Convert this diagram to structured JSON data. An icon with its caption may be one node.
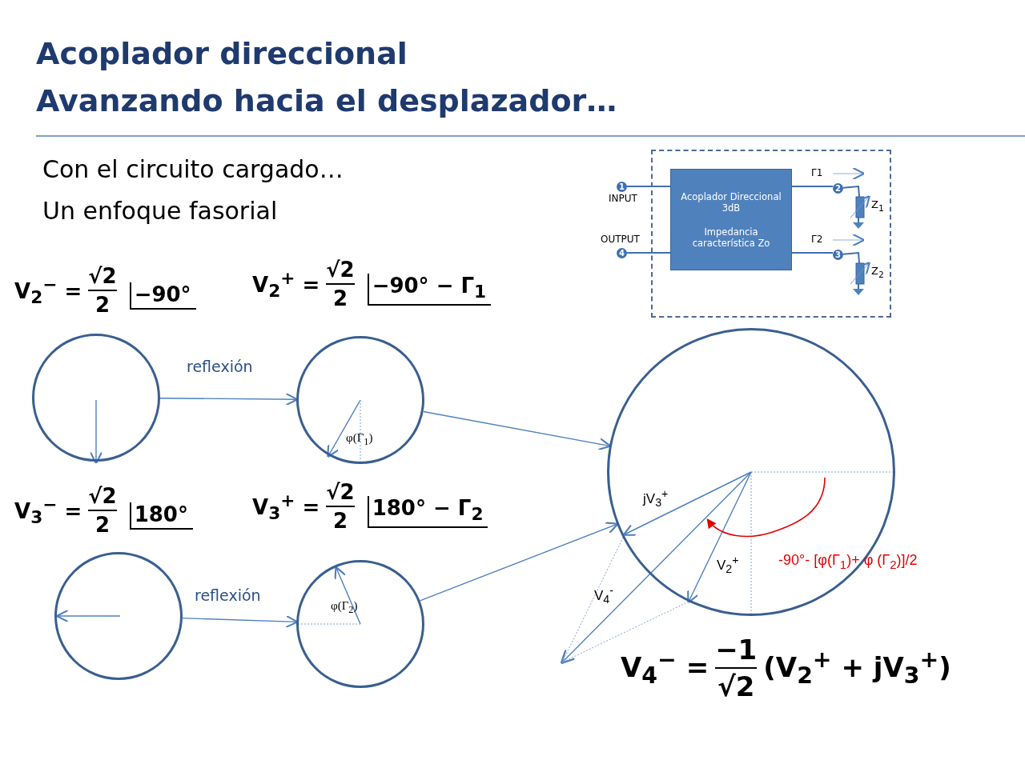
{
  "diagram": {
    "title": "Acoplador direccional",
    "nodes": [
      {
        "text": [],
        "shape": "box"
      },
      {
        "text": [
          "1"
        ],
        "beside": [
          "INPUT"
        ]
      },
      {
        "text": [
          "Acoplador Direccional 3dB",
          "Impedancia característica Zo"
        ],
        "in": 0
      },
      {
        "text": [
          "2"
        ],
        "in": 0
      },
      {
        "text": [],
        "shape": "box",
        "beside": [
          "Z$_{1}$"
        ],
        "in": 0
      },
      {
        "text": [
          "4"
        ],
        "beside": [
          "OUTPUT"
        ]
      },
      {
        "text": [
          "3"
        ],
        "in": 0
      },
      {
        "text": [],
        "shape": "box",
        "beside": [
          "Z$_{2}$"
        ],
        "in": 0
      },
      {
        "text": [],
        "shape": "circle"
      },
      {
        "text": [],
        "shape": "circle"
      },
      {
        "text": [],
        "shape": "circle"
      },
      {
        "text": [],
        "shape": "circle"
      },
      {
        "text": [],
        "shape": "circle"
      }
    ],
    "edges": [
      {
        "from": 1,
        "to": 2,
        "arrow": "none"
      },
      {
        "from": 2,
        "to": 3,
        "arrow": "none"
      },
      {
        "from": 3,
        "to": 4,
        "arrow": "none"
      },
      {
        "from": 5,
        "to": 2,
        "arrow": "none"
      },
      {
        "from": 2,
        "to": 6,
        "arrow": "none"
      },
      {
        "from": 6,
        "to": 7,
        "arrow": "none"
      },
      {
        "from": 8,
        "to": 9,
        "arrow": "to",
        "label": "reflexión"
      },
      {
        "from": 11,
        "to": 12,
        "arrow": "to",
        "label": "reflexión"
      },
      {
        "from": 9,
        "to": 10,
        "arrow": "to"
      },
      {
        "from": 12,
        "to": 10,
        "arrow": "to"
      }
    ],
    "labels": [
      "Avanzando hacia el desplazador…",
      "Con el circuito cargado…",
      "Un enfoque fasorial",
      "Γ1",
      "Γ2",
      "V$_{2}$$^{−}$ =",
      "√2",
      "2",
      "−90°",
      "V$_{2}$$^{+}$ =",
      "√2",
      "2",
      "−90° − Γ$_{1}$",
      "φ(Γ$_{1}$)",
      "V$_{3}$$^{−}$ =",
      "√2",
      "2",
      "180°",
      "V$_{3}$$^{+}$ =",
      "√2",
      "2",
      "180° − Γ$_{2}$",
      "jV$_{3}$$^{+}$",
      "V$_{2}$$^{+}$",
      "-90°- [φ(Γ$_{1}$)+ φ (Γ$_{2}$)]/2",
      "V$_{4}$$^{-}$",
      "φ(Γ$_{2}$)",
      "V$_{4}$$^{−}$ =",
      "−1",
      "√2",
      "(V$_{2}$$^{+}$ + jV$_{3}$$^{+}$)"
    ]
  }
}
